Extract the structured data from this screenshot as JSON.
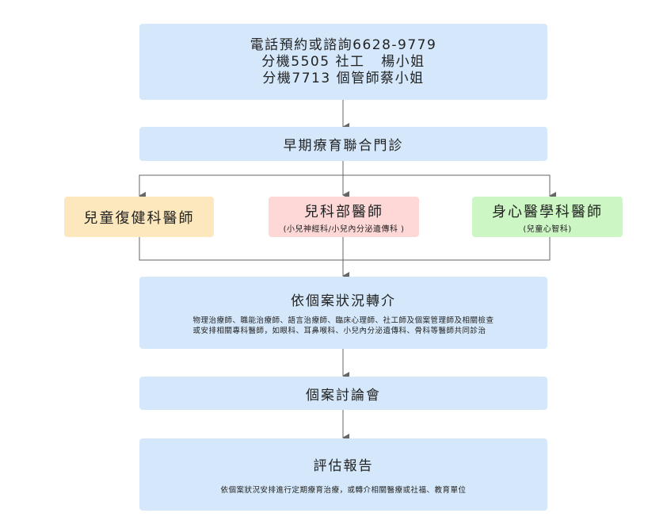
{
  "contact": {
    "line1": "電話預約或諮詢6628-9779",
    "line2": "分機5505 社工   楊小姐",
    "line3": "分機7713 個管師蔡小姐"
  },
  "clinic": {
    "title": "早期療育聯合門診"
  },
  "rehab": {
    "title": "兒童復健科醫師"
  },
  "pediatrics": {
    "title": "兒科部醫師",
    "subtitle": "(小兒神經科/小兒內分泌遺傳科 )"
  },
  "psychiatry": {
    "title": "身心醫學科醫師",
    "subtitle": "(兒童心智科)"
  },
  "referral": {
    "title": "依個案狀況轉介",
    "description": "物理治療師、職能治療師、語言治療師、臨床心理師、社工師及個案管理師及相關檢查或安排相關專科醫師，如眼科、耳鼻喉科、小兒內分泌遺傳科、骨科等醫師共同診治"
  },
  "conference": {
    "title": "個案討論會"
  },
  "report": {
    "title": "評估報告",
    "description": "依個案狀況安排進行定期療育治療，或轉介相關醫療或社福、教育單位"
  },
  "colors": {
    "blue": "#d5e8fb",
    "yellow": "#fde8bd",
    "pink": "#fed7d7",
    "green": "#cdf6c5",
    "connector": "#666666"
  }
}
